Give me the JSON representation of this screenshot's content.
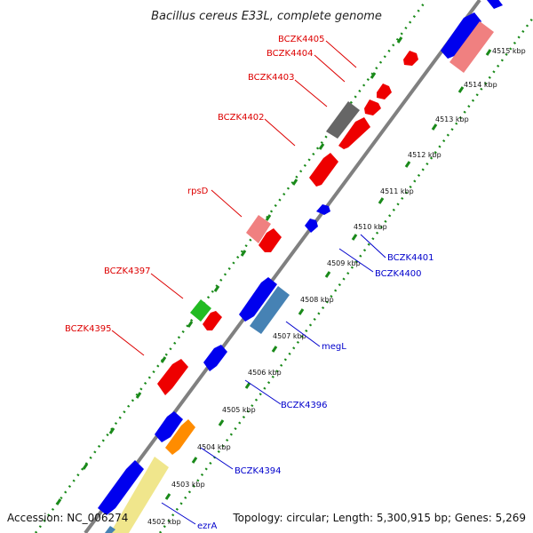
{
  "title": "Bacillus cereus E33L, complete genome",
  "footer": {
    "accession": "Accession: NC_006274",
    "topology": "Topology: circular; Length: 5,300,915 bp; Genes: 5,269"
  },
  "colors": {
    "backbone": "#808080",
    "dots": "#1a8a1a",
    "red_label": "#dd0000",
    "blue_label": "#0000cc"
  },
  "kbp_ticks": [
    "4502 kbp",
    "4503 kbp",
    "4504 kbp",
    "4505 kbp",
    "4506 kbp",
    "4507 kbp",
    "4508 kbp",
    "4509 kbp",
    "4510 kbp",
    "4511 kbp",
    "4512 kbp",
    "4513 kbp",
    "4514 kbp",
    "4515 kbp"
  ],
  "labels_red": [
    "BCZK4405",
    "BCZK4404",
    "BCZK4403",
    "BCZK4402",
    "rpsD",
    "BCZK4397",
    "BCZK4395"
  ],
  "labels_blue": [
    "BCZK4401",
    "BCZK4400",
    "megL",
    "BCZK4396",
    "BCZK4394",
    "ezrA"
  ]
}
